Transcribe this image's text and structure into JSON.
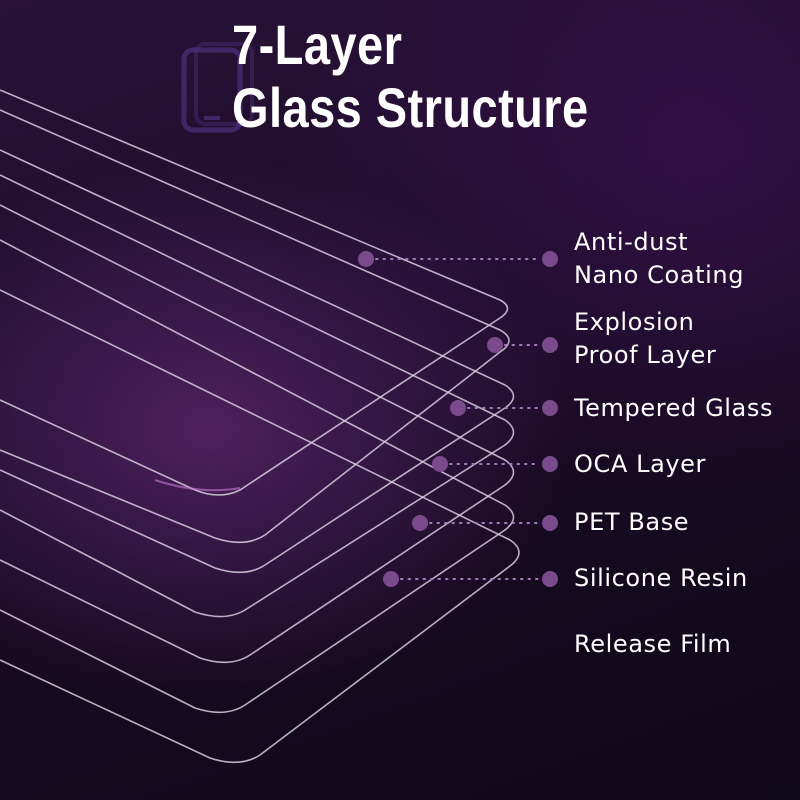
{
  "title": {
    "line1": "7-Layer",
    "line2": "Glass Structure"
  },
  "layers": [
    {
      "line1": "Anti-dust",
      "line2": "Nano Coating"
    },
    {
      "line1": "Explosion",
      "line2": "Proof Layer"
    },
    {
      "line1": "Tempered Glass",
      "line2": ""
    },
    {
      "line1": "OCA Layer",
      "line2": ""
    },
    {
      "line1": "PET Base",
      "line2": ""
    },
    {
      "line1": "Silicone Resin",
      "line2": ""
    },
    {
      "line1": "Release Film",
      "line2": ""
    }
  ],
  "colors": {
    "background": "#1a0b26",
    "accent_purple": "#7a4a8c",
    "text": "#ffffff",
    "sheet_edge": "#d8cde0"
  },
  "icons": [
    "phone-outline-icon"
  ]
}
